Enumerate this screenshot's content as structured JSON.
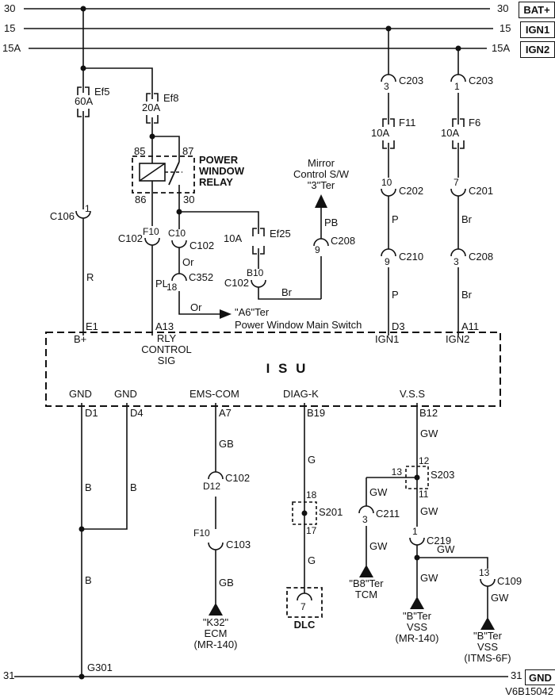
{
  "buses": {
    "bat": {
      "left_num": "30",
      "right_num": "30",
      "tag": "BAT+"
    },
    "ign1": {
      "left_num": "15",
      "right_num": "15",
      "tag": "IGN1"
    },
    "ign2": {
      "left_num": "15A",
      "right_num": "15A",
      "tag": "IGN2"
    },
    "gnd": {
      "left_num": "31",
      "right_num": "31",
      "tag": "GND",
      "ground_point": "G301"
    }
  },
  "fuses": {
    "ef5": {
      "id": "Ef5",
      "amps": "60A"
    },
    "ef8": {
      "id": "Ef8",
      "amps": "20A"
    },
    "f11": {
      "id": "F11",
      "amps": "10A"
    },
    "f6": {
      "id": "F6",
      "amps": "10A"
    },
    "ef25": {
      "id": "Ef25",
      "amps": "10A"
    }
  },
  "relay": {
    "name_lines": [
      "POWER",
      "WINDOW",
      "RELAY"
    ],
    "t85": "85",
    "t87": "87",
    "t86": "86",
    "t30": "30"
  },
  "connectors": {
    "c106": {
      "pin": "1",
      "name": "C106"
    },
    "c203_3": {
      "pin": "3",
      "name": "C203"
    },
    "c203_1": {
      "pin": "1",
      "name": "C203"
    },
    "c202": {
      "pin": "10",
      "name": "C202"
    },
    "c201": {
      "pin": "7",
      "name": "C201"
    },
    "c210": {
      "pin": "9",
      "name": "C210"
    },
    "c208_3": {
      "pin": "3",
      "name": "C208"
    },
    "c208_9": {
      "pin": "9",
      "name": "C208"
    },
    "c102_f10": {
      "pin": "F10",
      "name": "C102"
    },
    "c102_c10": {
      "pin": "C10",
      "name": "C102"
    },
    "c352": {
      "pin": "18",
      "name": "C352"
    },
    "c102_b10": {
      "pin": "B10",
      "name": "C102"
    },
    "c102_d12": {
      "pin": "D12",
      "name": "C102"
    },
    "c103_f10": {
      "pin": "F10",
      "name": "C103"
    },
    "c211": {
      "pin": "3",
      "name": "C211"
    },
    "c219": {
      "pin": "1",
      "name": "C219"
    },
    "c109": {
      "pin": "13",
      "name": "C109"
    },
    "dlc": {
      "pin": "7",
      "label": "DLC"
    }
  },
  "splices": {
    "s201": {
      "name": "S201",
      "pin_top": "18",
      "pin_bottom": "17"
    },
    "s203": {
      "name": "S203",
      "pin_top": "12",
      "pin_bottom": "11",
      "pin_left": "13"
    }
  },
  "wires": {
    "r": "R",
    "pl": "PL",
    "or_1": "Or",
    "or_2": "Or",
    "pb": "PB",
    "br_mirror": "Br",
    "p_1": "P",
    "p_2": "P",
    "br_1": "Br",
    "br_2": "Br",
    "b_1": "B",
    "b_2": "B",
    "b_3": "B",
    "gb_1": "GB",
    "gb_2": "GB",
    "g_1": "G",
    "g_2": "G",
    "gw_1": "GW",
    "gw_2": "GW",
    "gw_3": "GW",
    "gw_4": "GW",
    "gw_5": "GW",
    "gw_6": "GW",
    "gw_7": "GW"
  },
  "isu": {
    "name": "I S U",
    "pins": {
      "e1": {
        "id": "E1",
        "signal": "B+"
      },
      "a13": {
        "id": "A13",
        "signal_lines": [
          "RLY",
          "CONTROL",
          "SIG"
        ]
      },
      "d3": {
        "id": "D3",
        "signal": "IGN1"
      },
      "a11": {
        "id": "A11",
        "signal": "IGN2"
      },
      "d1": {
        "id": "D1",
        "signal": "GND"
      },
      "d4": {
        "id": "D4",
        "signal": "GND"
      },
      "a7": {
        "id": "A7",
        "signal": "EMS-COM"
      },
      "b19": {
        "id": "B19",
        "signal": "DIAG-K"
      },
      "b12": {
        "id": "B12",
        "signal": "V.S.S"
      }
    }
  },
  "destinations": {
    "mirror": {
      "lines": [
        "Mirror",
        "Control S/W",
        "\"3\"Ter"
      ]
    },
    "pw_main_switch": {
      "terminal": "\"A6\"Ter",
      "name": "Power Window Main Switch"
    },
    "ecm": {
      "lines": [
        "\"K32\"",
        "ECM",
        "(MR-140)"
      ]
    },
    "tcm": {
      "lines": [
        "\"B8\"Ter",
        "TCM"
      ]
    },
    "vss_mr140": {
      "lines": [
        "\"B\"Ter",
        "VSS",
        "(MR-140)"
      ]
    },
    "vss_itms": {
      "lines": [
        "\"B\"Ter",
        "VSS",
        "(ITMS-6F)"
      ]
    }
  },
  "doc_number": "V6B15042"
}
